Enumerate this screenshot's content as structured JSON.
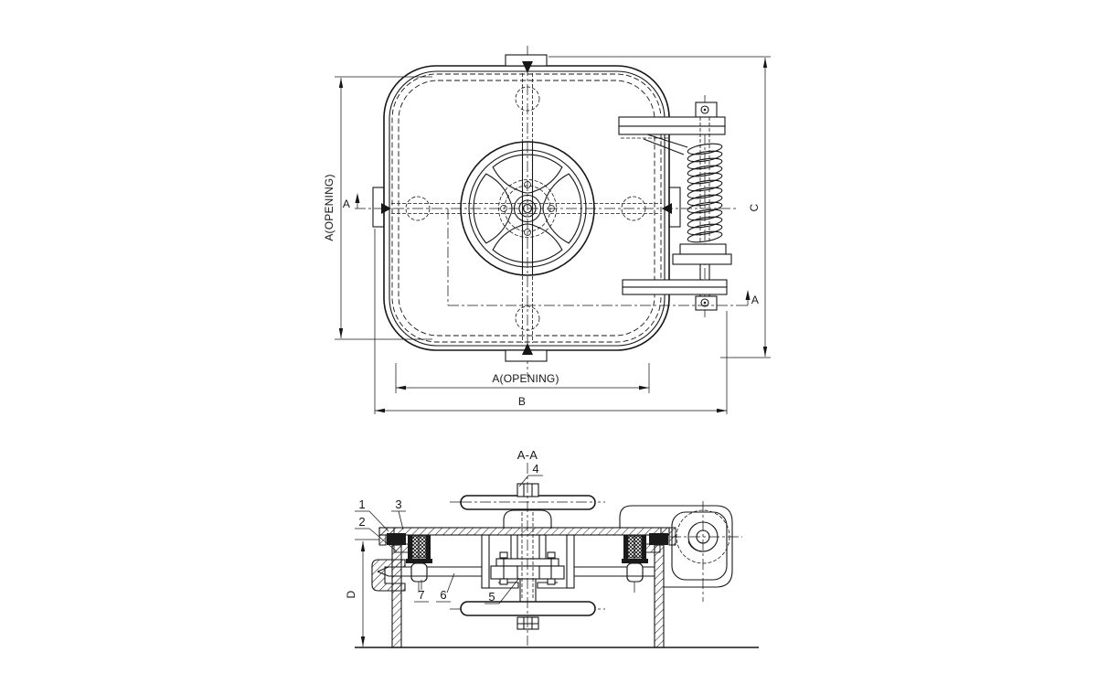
{
  "drawing_type": "engineering-drawing-hatch-cover",
  "colors": {
    "background": "#ffffff",
    "line": "#161616"
  },
  "top_view": {
    "dim_opening_vertical": "A(OPENING)",
    "dim_opening_horizontal": "A(OPENING)",
    "dim_overall_width": "B",
    "dim_overall_height": "C",
    "section_arrow_left": "A",
    "section_arrow_right": "A"
  },
  "section_view": {
    "title": "A-A",
    "dim_depth": "D",
    "callouts": [
      "1",
      "2",
      "3",
      "4",
      "5",
      "6",
      "7"
    ]
  }
}
